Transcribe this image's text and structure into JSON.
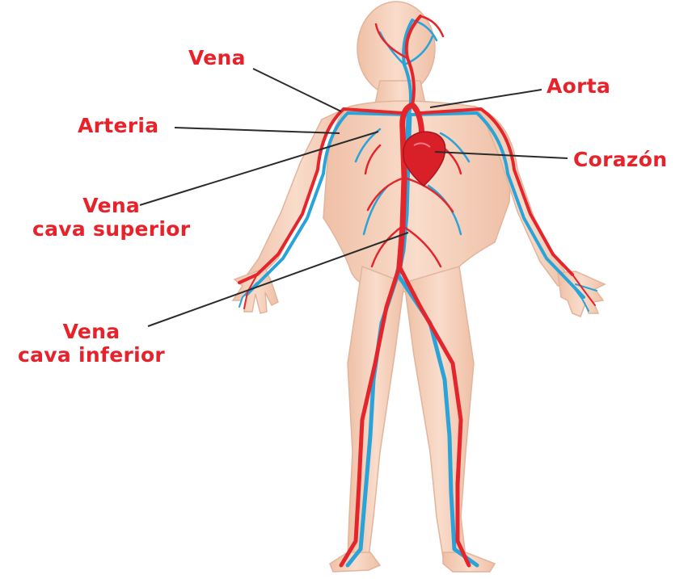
{
  "labels": {
    "vena": "Vena",
    "arteria": "Arteria",
    "aorta": "Aorta",
    "corazon": "Corazón",
    "vena_cava_superior": [
      "Vena",
      "cava superior"
    ],
    "vena_cava_inferior": [
      "Vena",
      "cava inferior"
    ]
  },
  "colors": {
    "label": "#e8222a",
    "artery": "#e4262c",
    "vein": "#29a3d8",
    "skin": "#f6d2bd",
    "leader_line": "#2b2b2b"
  }
}
